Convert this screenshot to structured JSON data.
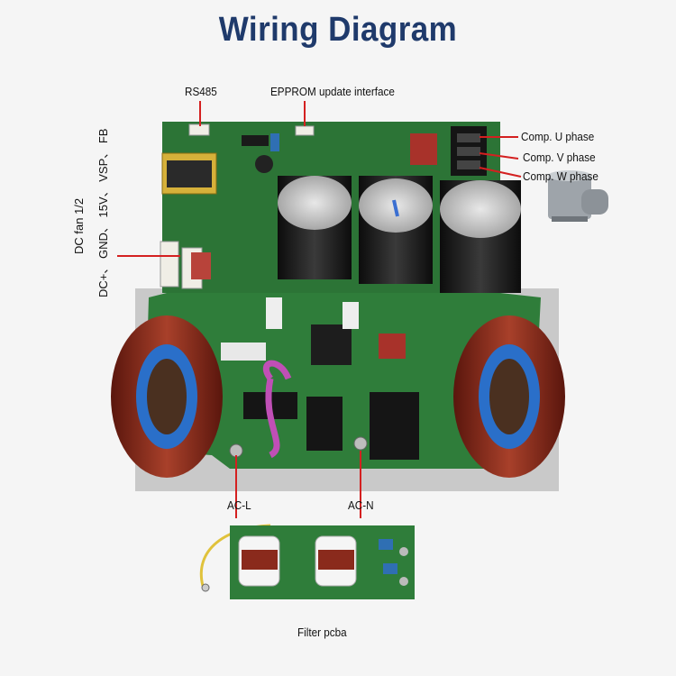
{
  "title": "Wiring Diagram",
  "labels": {
    "rs485": "RS485",
    "epprom": "EPPROM update interface",
    "comp_u": "Comp. U phase",
    "comp_v": "Comp. V phase",
    "comp_w": "Comp. W phase",
    "dc_fan": "DC fan 1/2",
    "dc_pins_top": "DC+、 GND、 15V、 VSP、 FB",
    "ac_l": "AC-L",
    "ac_n": "AC-N",
    "filter": "Filter pcba"
  },
  "colors": {
    "title": "#1f3a6b",
    "pcb": "#2f7d3a",
    "coil": "#8a2a1c",
    "callout": "#d42020",
    "capacitor": "#1b1b1b"
  }
}
